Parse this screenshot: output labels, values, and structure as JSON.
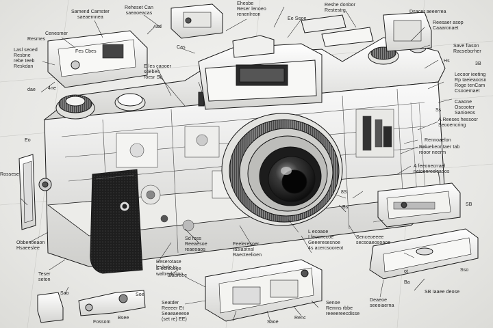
{
  "callouts": [
    {
      "id": "t1",
      "text": "Samend Camster\nsaeaernnea"
    },
    {
      "id": "t2",
      "text": "Reheset Can\nsaeaoeacas"
    },
    {
      "id": "t3",
      "text": "Ehesbe\nReser lenoeo\nrenenlreon"
    },
    {
      "id": "t4",
      "text": "Reshe donbor\nRestestrg"
    },
    {
      "id": "t5",
      "text": "Ee Seoe"
    },
    {
      "id": "t6",
      "text": "Dsacer aeeerrea"
    },
    {
      "id": "t7",
      "text": "4ad"
    },
    {
      "id": "t8",
      "text": "Cenesmer"
    },
    {
      "id": "t9",
      "text": "Reesaer asop\nCaaaronaet"
    },
    {
      "id": "t10",
      "text": "Save fiason\nRacsebcrher"
    },
    {
      "id": "t11",
      "text": "Hs"
    },
    {
      "id": "t12",
      "text": "Lecoor ieeting\nRp taeieaoosn\nRoge tenCam\nCsooemaet"
    },
    {
      "id": "t13",
      "text": "Caaone Oscooter\nSanioeos"
    },
    {
      "id": "t14",
      "text": "A Reeses hessosr\nSeooencring"
    },
    {
      "id": "t15",
      "text": "Rennoaelon"
    },
    {
      "id": "t16",
      "text": "Reluekeor taer tab\nrooor neerm"
    },
    {
      "id": "t17",
      "text": "A feeonecrrael\nneioenreclcaoos"
    },
    {
      "id": "t18",
      "text": "3B"
    },
    {
      "id": "t19",
      "text": "Lasl seoed\nResbne\nrebe teeb\nReskdan"
    },
    {
      "id": "t20",
      "text": "4ne"
    },
    {
      "id": "t21",
      "text": "Cas"
    },
    {
      "id": "t22",
      "text": "E les caooer\nsoebes\nroesr Sb"
    },
    {
      "id": "t23",
      "text": "Eo"
    },
    {
      "id": "t24",
      "text": "Rossese"
    },
    {
      "id": "t25",
      "text": "Fes Cbes"
    },
    {
      "id": "t26",
      "text": "Resmes"
    },
    {
      "id": "t27",
      "text": "Obbenoeaon\nHsaeeslee"
    },
    {
      "id": "t28",
      "text": "Teser\nseton"
    },
    {
      "id": "t29",
      "text": "Sao"
    },
    {
      "id": "t30",
      "text": "Fossom"
    },
    {
      "id": "t31",
      "text": "Bsee"
    },
    {
      "id": "t32",
      "text": "Soe"
    },
    {
      "id": "t33",
      "text": "Saoreee"
    },
    {
      "id": "t34",
      "text": "Reserotase\nlesbele to"
    },
    {
      "id": "t35",
      "text": "E ecreoeee\nwaltredcrton"
    },
    {
      "id": "t36",
      "text": "Seatder\nReeeer Et\nSeaeaeeese\n(set re) EE)"
    },
    {
      "id": "t37",
      "text": "Saoe"
    },
    {
      "id": "t38",
      "text": "Renc"
    },
    {
      "id": "t39",
      "text": "Sd foss\nReeaesoe\nreaeoaos"
    },
    {
      "id": "t40",
      "text": "Feeleresoer\nrasiaotnsl\nRaecteelioen"
    },
    {
      "id": "t41",
      "text": "L ecoaoe\nI feoenccoe\nGeeeresesnoe\n4s acercsooreot"
    },
    {
      "id": "t42",
      "text": "Senceoeeee\nsecsoaeosoaoe"
    },
    {
      "id": "t43",
      "text": "Senoe\nRemns rbbe\nreeeereecdisse"
    },
    {
      "id": "t44",
      "text": "Deaeoe\nseeoiaerna"
    },
    {
      "id": "t45",
      "text": "SB"
    },
    {
      "id": "t46",
      "text": "Sso"
    },
    {
      "id": "t47",
      "text": "SB Iaaee deose"
    },
    {
      "id": "t48",
      "text": "8S"
    },
    {
      "id": "t49",
      "text": "Bs"
    },
    {
      "id": "t50",
      "text": "Ba"
    },
    {
      "id": "t51",
      "text": "ot"
    },
    {
      "id": "t52",
      "text": "dae"
    },
    {
      "id": "t53",
      "text": "Ss"
    }
  ]
}
